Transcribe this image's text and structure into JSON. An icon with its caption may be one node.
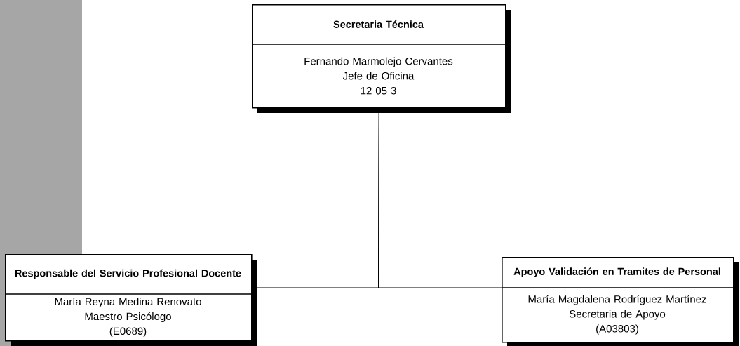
{
  "diagram": {
    "nodes": [
      {
        "text": [
          "Secretaria Técnica",
          "Fernando Marmolejo Cervantes",
          "Jefe de Oficina",
          "12 05 3"
        ]
      },
      {
        "text": [
          "Responsable del Servicio Profesional Docente",
          "María Reyna Medina Renovato",
          "Maestro Psicólogo",
          "(E0689)"
        ]
      },
      {
        "text": [
          "Apoyo Validación en Tramites de Personal",
          "María Magdalena Rodríguez Martínez",
          "Secretaria de Apoyo",
          "(A03803)"
        ]
      }
    ],
    "edges": [
      {
        "from": 0,
        "to": 1,
        "arrow": "none"
      },
      {
        "from": 0,
        "to": 2,
        "arrow": "none"
      }
    ]
  }
}
